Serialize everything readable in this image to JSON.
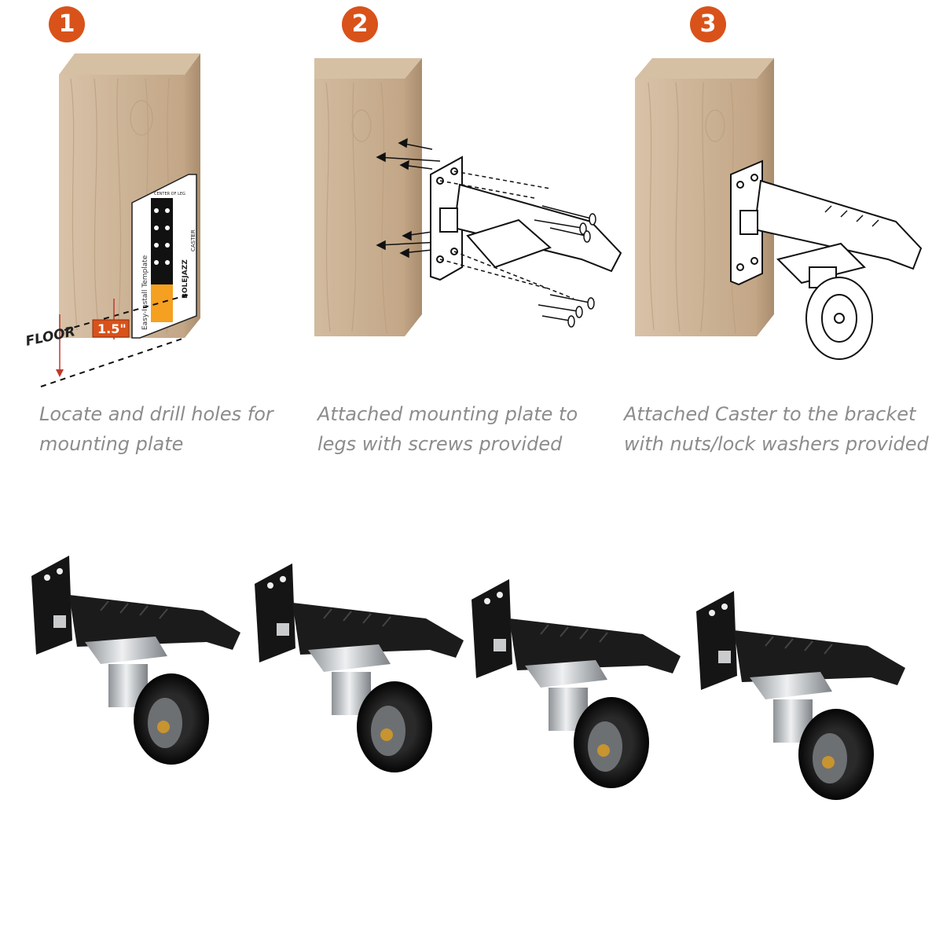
{
  "steps": [
    {
      "number": "1",
      "caption_line1": "Locate and drill holes for",
      "caption_line2": "mounting plate"
    },
    {
      "number": "2",
      "caption_line1": "Attached mounting plate to",
      "caption_line2": "legs with screws provided"
    },
    {
      "number": "3",
      "caption_line1": "Attached Caster to the bracket",
      "caption_line2": "with nuts/lock washers provided"
    }
  ],
  "template": {
    "title": "Easy-Install Template",
    "brand": "BOLEJAZZ",
    "side_text": "CASTER",
    "center_text": "CENTER OF LEG"
  },
  "floor_label": "FLOOR",
  "height_label": "1.5\"",
  "colors": {
    "badge": "#d9521a",
    "caption": "#8c8c8c",
    "template_orange": "#f5a020",
    "height_tag": "#d9521a",
    "bracket": "#111111"
  },
  "products": [
    {
      "id": "caster-1"
    },
    {
      "id": "caster-2"
    },
    {
      "id": "caster-3"
    },
    {
      "id": "caster-4"
    }
  ]
}
